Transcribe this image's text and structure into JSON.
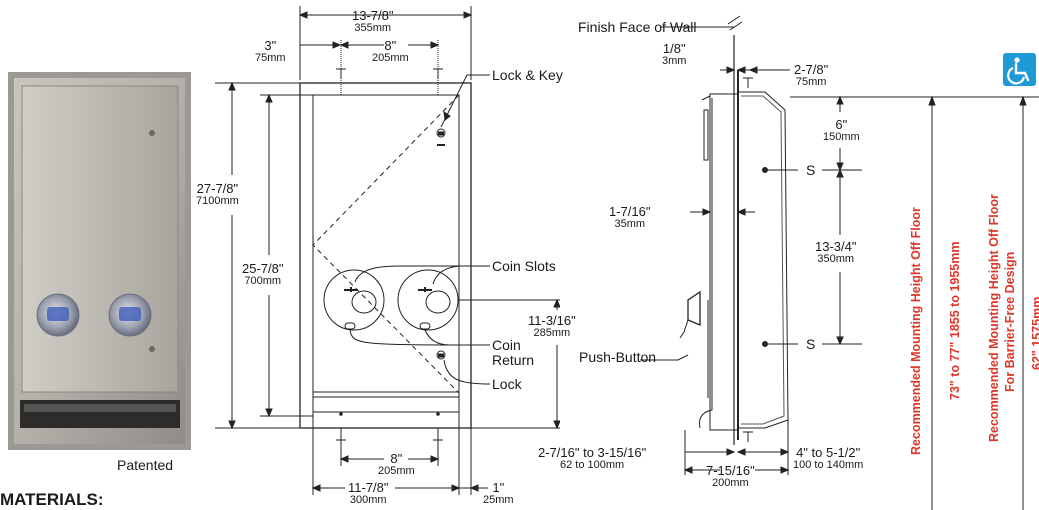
{
  "photo": {
    "caption": "Patented"
  },
  "heading": "MATERIALS:",
  "front_view": {
    "width_total": {
      "imperial": "13-7/8\"",
      "metric": "355mm"
    },
    "left_offset": {
      "imperial": "3\"",
      "metric": "75mm"
    },
    "lock_spacing": {
      "imperial": "8\"",
      "metric": "205mm"
    },
    "height_total": {
      "imperial": "27-7/8\"",
      "metric": "7100mm"
    },
    "height_inner": {
      "imperial": "25-7/8\"",
      "metric": "700mm"
    },
    "coin_height": {
      "imperial": "11-3/16\"",
      "metric": "285mm"
    },
    "bottom_spacing": {
      "imperial": "8\"",
      "metric": "205mm"
    },
    "width_inner": {
      "imperial": "11-7/8\"",
      "metric": "300mm"
    },
    "flange": {
      "imperial": "1\"",
      "metric": "25mm"
    },
    "callouts": {
      "lock_key": "Lock & Key",
      "coin_slots": "Coin Slots",
      "coin_return_1": "Coin",
      "coin_return_2": "Return",
      "lock": "Lock"
    },
    "t_marker": "T"
  },
  "side_view": {
    "finish_face": "Finish Face of Wall",
    "wall_gap": {
      "imperial": "1/8\"",
      "metric": "3mm"
    },
    "depth_top": {
      "imperial": "2-7/8\"",
      "metric": "75mm"
    },
    "top_s": {
      "imperial": "6\"",
      "metric": "150mm"
    },
    "s_spacing": {
      "imperial": "13-3/4\"",
      "metric": "350mm"
    },
    "projection": {
      "imperial": "1-7/16\"",
      "metric": "35mm"
    },
    "push_button": "Push-Button",
    "wall_depth": {
      "imperial": "2-7/16\" to 3-15/16\"",
      "metric": "62 to 100mm"
    },
    "recess": {
      "imperial": "4\" to 5-1/2\"",
      "metric": "100 to 140mm"
    },
    "overall_depth": {
      "imperial": "7-15/16\"",
      "metric": "200mm"
    },
    "s_marker": "S",
    "t_marker": "T"
  },
  "mounting": {
    "standard_title": "Recommended Mounting Height Off Floor",
    "standard_range": "73\" to 77\"    1855 to 1955mm",
    "barrier_title_1": "Recommended Mounting Height Off Floor",
    "barrier_title_2": "For Barrier-Free Design",
    "barrier_range": "62\"   1575mm"
  },
  "colors": {
    "accent": "#e0352b",
    "ada_blue": "#1f9ad6",
    "line": "#222222"
  },
  "icons": [
    "wheelchair-accessible-icon",
    "lock-icon"
  ]
}
